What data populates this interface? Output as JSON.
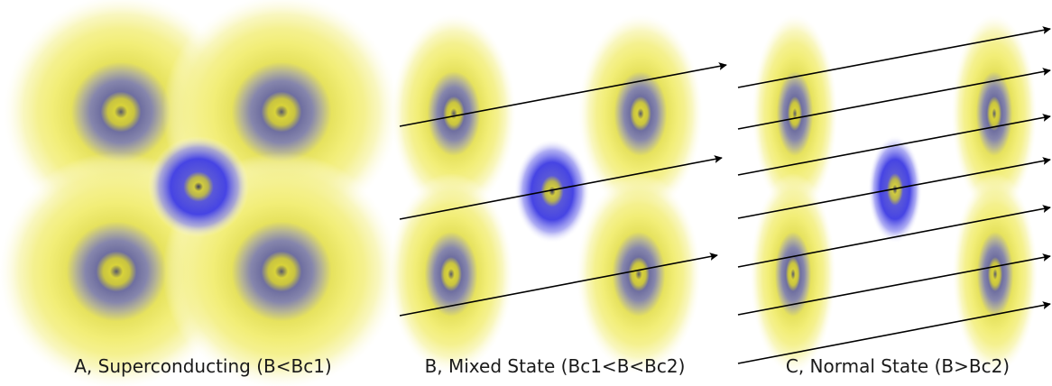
{
  "panels": [
    {
      "id": "A",
      "caption": "A, Superconducting (B<Bc1)"
    },
    {
      "id": "B",
      "caption": "B, Mixed State (Bc1<B<Bc2)"
    },
    {
      "id": "C",
      "caption": "C, Normal State (B>Bc2)"
    }
  ],
  "colors": {
    "cooper_pair_halo": "#f0ec50",
    "orbital_ring": "#7c7ca6",
    "central_atom": "#4a48e0",
    "field_line": "#000000",
    "caption_text": "#1a1a1a"
  }
}
